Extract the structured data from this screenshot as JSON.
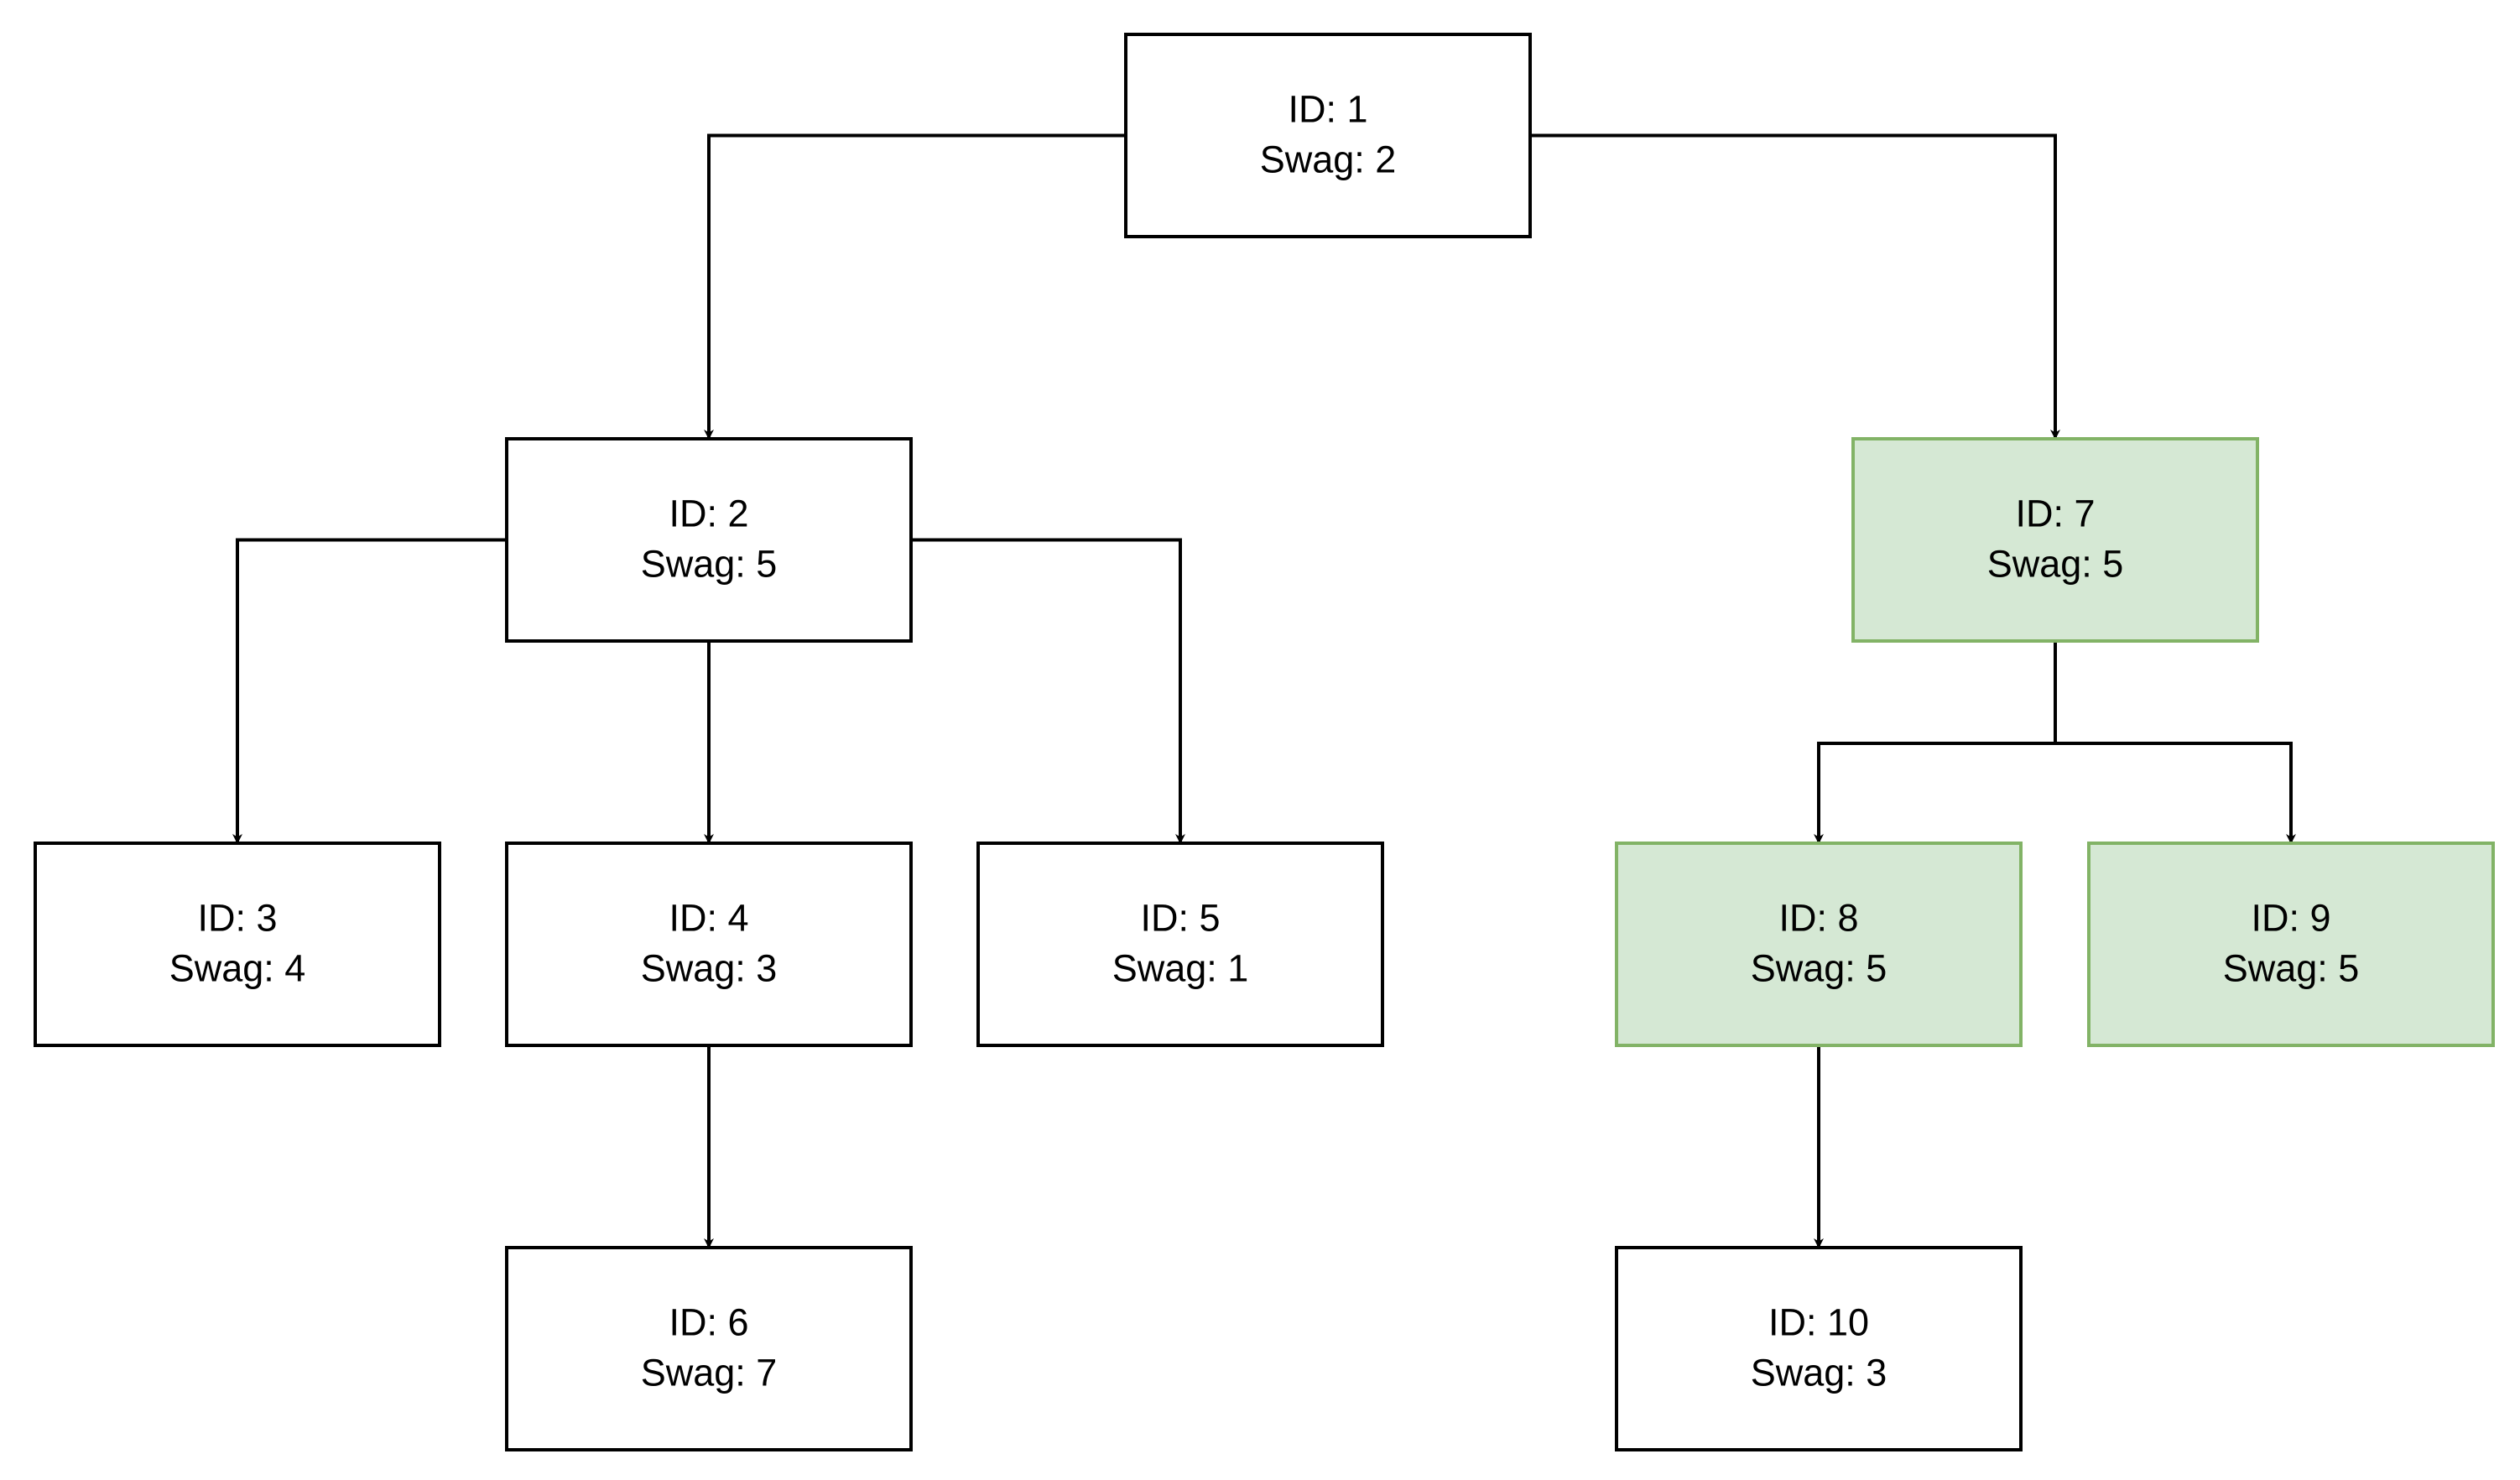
{
  "nodes": [
    {
      "key": "n1",
      "id_label": "ID: 1",
      "swag_label": "Swag: 2",
      "highlighted": false
    },
    {
      "key": "n2",
      "id_label": "ID: 2",
      "swag_label": "Swag: 5",
      "highlighted": false
    },
    {
      "key": "n3",
      "id_label": "ID: 3",
      "swag_label": "Swag: 4",
      "highlighted": false
    },
    {
      "key": "n4",
      "id_label": "ID: 4",
      "swag_label": "Swag: 3",
      "highlighted": false
    },
    {
      "key": "n5",
      "id_label": "ID: 5",
      "swag_label": "Swag: 1",
      "highlighted": false
    },
    {
      "key": "n6",
      "id_label": "ID: 6",
      "swag_label": "Swag: 7",
      "highlighted": false
    },
    {
      "key": "n7",
      "id_label": "ID: 7",
      "swag_label": "Swag: 5",
      "highlighted": true
    },
    {
      "key": "n8",
      "id_label": "ID: 8",
      "swag_label": "Swag: 5",
      "highlighted": true
    },
    {
      "key": "n9",
      "id_label": "ID: 9",
      "swag_label": "Swag: 5",
      "highlighted": true
    },
    {
      "key": "n10",
      "id_label": "ID: 10",
      "swag_label": "Swag: 3",
      "highlighted": false
    }
  ],
  "edges": [
    {
      "from": "n1",
      "to": "n2"
    },
    {
      "from": "n1",
      "to": "n7"
    },
    {
      "from": "n2",
      "to": "n3"
    },
    {
      "from": "n2",
      "to": "n4"
    },
    {
      "from": "n2",
      "to": "n5"
    },
    {
      "from": "n4",
      "to": "n6"
    },
    {
      "from": "n7",
      "to": "n8"
    },
    {
      "from": "n7",
      "to": "n9"
    },
    {
      "from": "n8",
      "to": "n10"
    }
  ],
  "colors": {
    "box_fill": "#ffffff",
    "box_stroke": "#000000",
    "highlight_fill": "#d5e8d4",
    "highlight_stroke": "#82b366",
    "edge": "#000000"
  }
}
